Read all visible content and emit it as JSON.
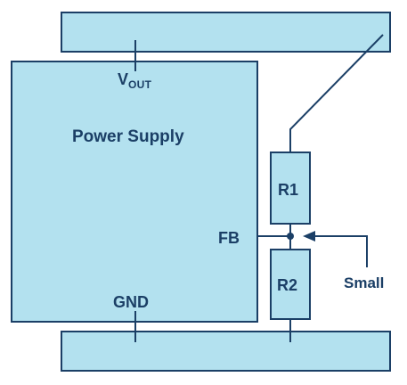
{
  "block": {
    "title": "Power Supply",
    "pin_vout_main": "V",
    "pin_vout_sub": "OUT",
    "pin_fb": "FB",
    "pin_gnd": "GND"
  },
  "resistors": {
    "top": "R1",
    "bottom": "R2"
  },
  "annotation": "Small",
  "colors": {
    "fill": "#b3e1ef",
    "stroke": "#1b3f66",
    "background": "#ffffff"
  }
}
